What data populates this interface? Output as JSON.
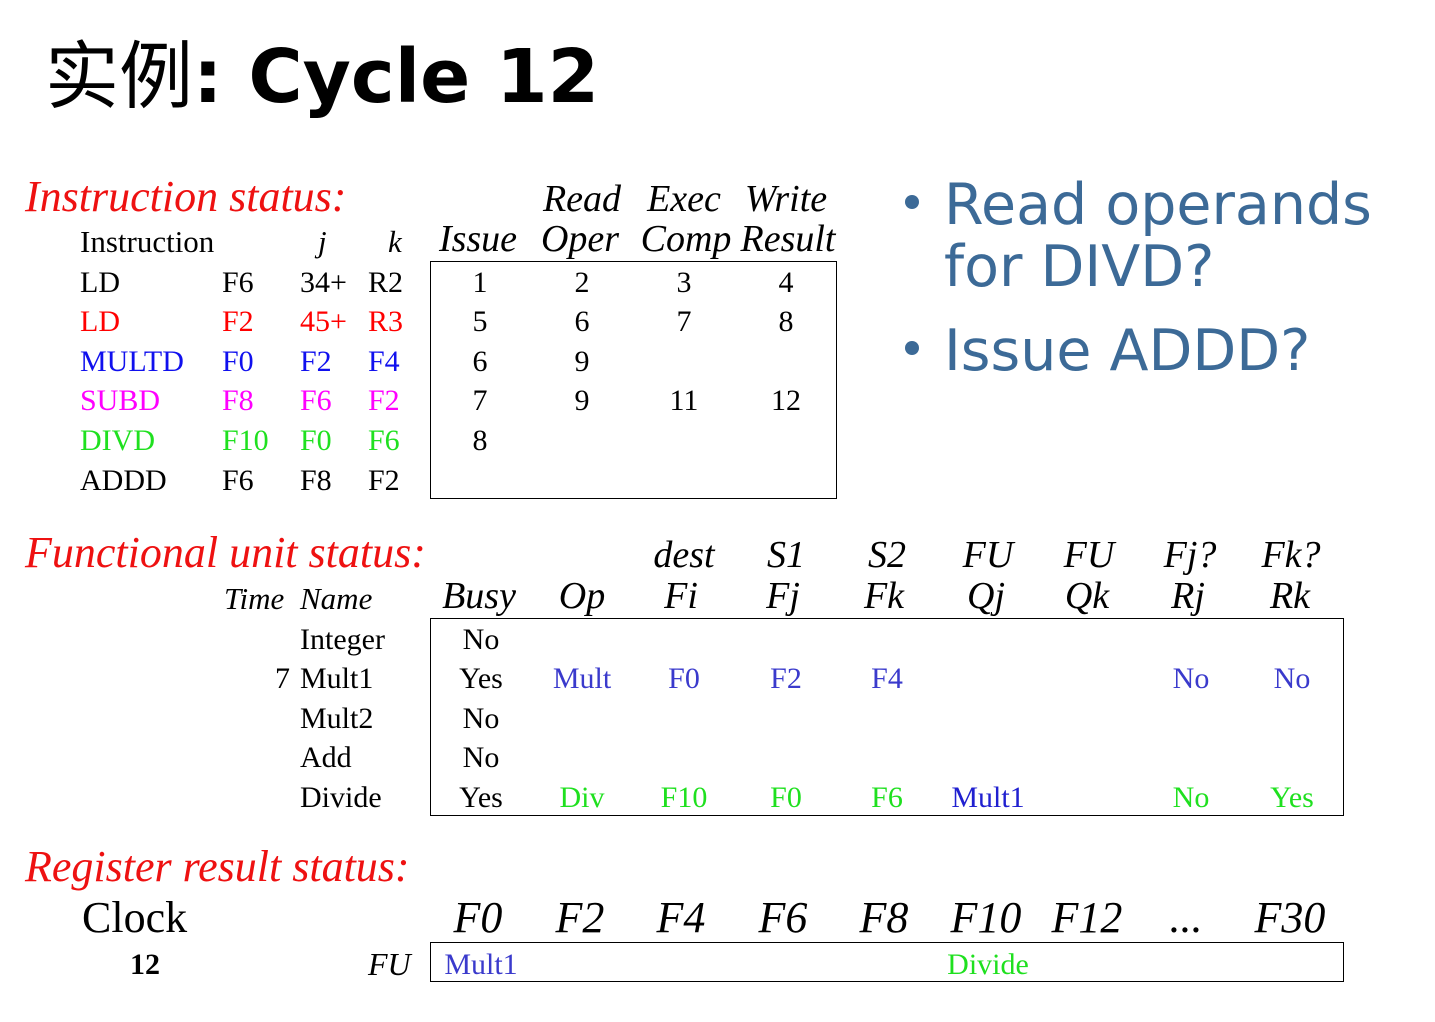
{
  "title": {
    "cjk": "实例",
    "rest": ": Cycle 12"
  },
  "colors": {
    "section_label": "#ee1111",
    "bullet_text": "#3c6a97"
  },
  "instruction_status": {
    "label": "Instruction status:",
    "header_top": {
      "read": "Read",
      "exec": "Exec",
      "write": "Write"
    },
    "header": {
      "instruction": "Instruction",
      "j": "j",
      "k": "k",
      "issue": "Issue",
      "read": "Oper",
      "exec": "Comp",
      "write": "Result"
    },
    "rows": [
      {
        "op": "LD",
        "dest": "F6",
        "j": "34+",
        "k": "R2",
        "issue": "1",
        "read_oper": "2",
        "exec_comp": "3",
        "write_result": "4",
        "color": "#000000"
      },
      {
        "op": "LD",
        "dest": "F2",
        "j": "45+",
        "k": "R3",
        "issue": "5",
        "read_oper": "6",
        "exec_comp": "7",
        "write_result": "8",
        "color": "#ff0000"
      },
      {
        "op": "MULTD",
        "dest": "F0",
        "j": "F2",
        "k": "F4",
        "issue": "6",
        "read_oper": "9",
        "color": "#1010ee"
      },
      {
        "op": "SUBD",
        "dest": "F8",
        "j": "F6",
        "k": "F2",
        "issue": "7",
        "read_oper": "9",
        "exec_comp": "11",
        "write_result": "12",
        "color": "#ff00ff"
      },
      {
        "op": "DIVD",
        "dest": "F10",
        "j": "F0",
        "k": "F6",
        "issue": "8",
        "color": "#1fe01f"
      },
      {
        "op": "ADDD",
        "dest": "F6",
        "j": "F8",
        "k": "F2",
        "color": "#000000"
      }
    ]
  },
  "bullets": [
    "Read operands for DIVD?",
    "Issue ADDD?"
  ],
  "functional_unit_status": {
    "label": "Functional unit status:",
    "header_top": {
      "fi": "dest",
      "fj": "S1",
      "fk": "S2",
      "qj": "FU",
      "qk": "FU",
      "rj": "Fj?",
      "rk": "Fk?"
    },
    "header": {
      "time": "Time",
      "name": "Name",
      "busy": "Busy",
      "op": "Op",
      "fi": "Fi",
      "fj": "Fj",
      "fk": "Fk",
      "qj": "Qj",
      "qk": "Qk",
      "rj": "Rj",
      "rk": "Rk"
    },
    "units": [
      {
        "name": "Integer",
        "busy": "No"
      },
      {
        "time": "7",
        "name": "Mult1",
        "busy": "Yes",
        "op": "Mult",
        "fi": "F0",
        "fj": "F2",
        "fk": "F4",
        "rj": "No",
        "rk": "No",
        "color": "#3a3acc"
      },
      {
        "name": "Mult2",
        "busy": "No"
      },
      {
        "name": "Add",
        "busy": "No"
      },
      {
        "name": "Divide",
        "busy": "Yes",
        "op": "Div",
        "fi": "F10",
        "fj": "F0",
        "fk": "F6",
        "qj": "Mult1",
        "rj": "No",
        "rk": "Yes",
        "color": "#1fe01f",
        "qj_color": "#2020d0"
      }
    ]
  },
  "register_result_status": {
    "label": "Register result status:",
    "clock_label": "Clock",
    "clock": "12",
    "fu_label": "FU",
    "registers": [
      {
        "name": "F0",
        "fu": "Mult1",
        "color": "#3a3acc"
      },
      {
        "name": "F2"
      },
      {
        "name": "F4"
      },
      {
        "name": "F6"
      },
      {
        "name": "F8"
      },
      {
        "name": "F10",
        "fu": "Divide",
        "color": "#1fe01f"
      },
      {
        "name": "F12"
      },
      {
        "name": "..."
      },
      {
        "name": "F30"
      }
    ]
  }
}
